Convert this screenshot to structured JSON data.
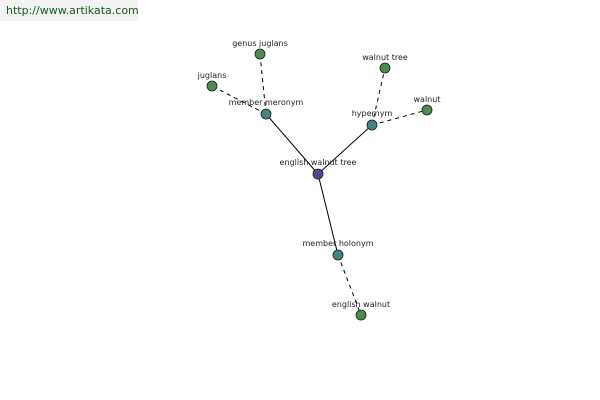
{
  "source": {
    "url": "http://www.artikata.com"
  },
  "colors": {
    "center": "#4b4d88",
    "relation": "#3f8585",
    "term": "#4d8a4d",
    "edge": "#000000",
    "banner_text": "#1a5a1a"
  },
  "graph": {
    "nodes": [
      {
        "id": "center",
        "label": "english walnut tree",
        "kind": "center"
      },
      {
        "id": "hypernym",
        "label": "hypernym",
        "kind": "relation"
      },
      {
        "id": "member_meronym",
        "label": "member meronym",
        "kind": "relation"
      },
      {
        "id": "member_holonym",
        "label": "member holonym",
        "kind": "relation"
      },
      {
        "id": "walnut_tree",
        "label": "walnut tree",
        "kind": "term"
      },
      {
        "id": "walnut",
        "label": "walnut",
        "kind": "term"
      },
      {
        "id": "genus_juglans",
        "label": "genus juglans",
        "kind": "term"
      },
      {
        "id": "juglans",
        "label": "juglans",
        "kind": "term"
      },
      {
        "id": "english_walnut",
        "label": "english walnut",
        "kind": "term"
      }
    ],
    "edges": [
      {
        "from": "center",
        "to": "hypernym",
        "style": "solid"
      },
      {
        "from": "center",
        "to": "member_meronym",
        "style": "solid"
      },
      {
        "from": "center",
        "to": "member_holonym",
        "style": "solid"
      },
      {
        "from": "hypernym",
        "to": "walnut_tree",
        "style": "dashed"
      },
      {
        "from": "hypernym",
        "to": "walnut",
        "style": "dashed"
      },
      {
        "from": "member_meronym",
        "to": "genus_juglans",
        "style": "dashed"
      },
      {
        "from": "member_meronym",
        "to": "juglans",
        "style": "dashed"
      },
      {
        "from": "member_holonym",
        "to": "english_walnut",
        "style": "dashed"
      }
    ]
  }
}
